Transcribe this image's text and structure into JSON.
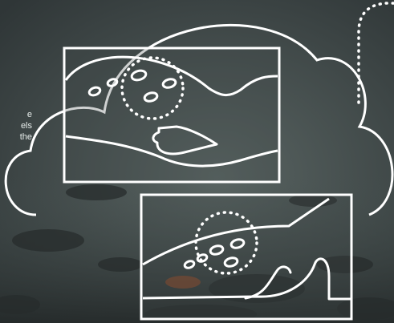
{
  "caption": {
    "lines": [
      "e",
      "els",
      "the"
    ]
  },
  "colors": {
    "background": "#3e4747",
    "line_art": "#ffffff",
    "caption_text": "#e6ecea"
  },
  "graphic": {
    "cloud_icon": "cloud-outline-icon",
    "top_panel": "landscape-panel-top",
    "bottom_panel": "landscape-panel-bottom",
    "magnifier": "dotted-circle-magnifier-icon"
  }
}
